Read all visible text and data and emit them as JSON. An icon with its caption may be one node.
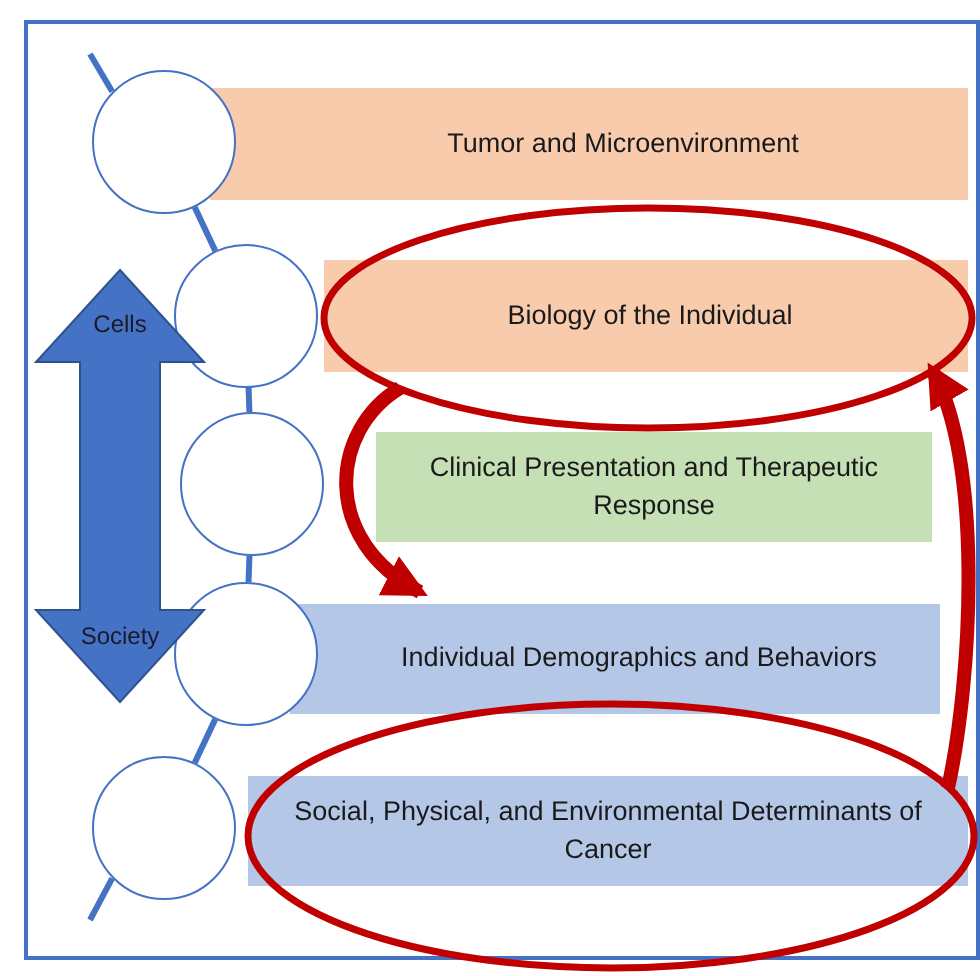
{
  "diagram": {
    "nodes": [
      {
        "text": [
          "Tumor and Microenvironment"
        ]
      },
      {
        "text": [],
        "shape": "ellipse"
      },
      {
        "text": [
          "Biology of the Individual"
        ],
        "in": 1
      },
      {
        "text": [
          "Clinical Presentation and Therapeutic Response"
        ]
      },
      {
        "text": [
          "Individual Demographics and Behaviors"
        ]
      },
      {
        "text": [],
        "shape": "ellipse"
      },
      {
        "text": [
          "Social, Physical, and Environmental Determinants of Cancer"
        ],
        "in": 5
      },
      {
        "text": [],
        "shape": "circle"
      },
      {
        "text": [],
        "shape": "circle"
      },
      {
        "text": [],
        "shape": "circle"
      },
      {
        "text": [],
        "shape": "circle"
      },
      {
        "text": [],
        "shape": "circle"
      },
      {
        "text": [
          "Cells",
          "Society"
        ]
      }
    ],
    "edges": [
      {
        "from": 7,
        "to": 8,
        "arrow": "none"
      },
      {
        "from": 8,
        "to": 9,
        "arrow": "none"
      },
      {
        "from": 9,
        "to": 10,
        "arrow": "none"
      },
      {
        "from": 10,
        "to": 11,
        "arrow": "none"
      },
      {
        "from": 1,
        "to": 4,
        "arrow": "to",
        "style": "thick",
        "color": "#c00000"
      },
      {
        "from": 5,
        "to": 1,
        "arrow": "to",
        "style": "thick",
        "color": "#c00000"
      }
    ]
  }
}
